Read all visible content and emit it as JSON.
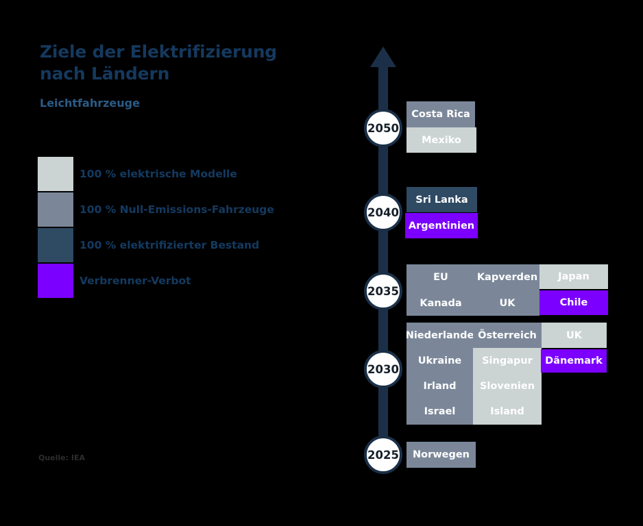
{
  "header": {
    "title": "Ziele der Elektrifizierung nach Ländern",
    "subtitle": "Leichtfahrzeuge"
  },
  "legend": {
    "items": [
      {
        "label": "100 % elektrische Modelle",
        "color": "#ccd3d3",
        "key": "electric-models"
      },
      {
        "label": "100 % Null-Emissions-Fahrzeuge",
        "color": "#7b8799",
        "key": "zero-emission"
      },
      {
        "label": "100 % elektrifizierter Bestand",
        "color": "#2f4a63",
        "key": "electrified-fleet"
      },
      {
        "label": "Verbrenner-Verbot",
        "color": "#7c00ff",
        "key": "ice-ban"
      }
    ]
  },
  "timeline": {
    "years": [
      "2050",
      "2040",
      "2035",
      "2030",
      "2025"
    ],
    "rows": [
      {
        "year": "2050",
        "chips": [
          {
            "label": "Costa Rica",
            "category": "zero-emission"
          },
          {
            "label": "Mexiko",
            "category": "electric-models"
          }
        ]
      },
      {
        "year": "2040",
        "chips": [
          {
            "label": "Sri Lanka",
            "category": "electrified-fleet"
          },
          {
            "label": "Argentinien",
            "category": "ice-ban"
          }
        ]
      },
      {
        "year": "2035",
        "chips": [
          {
            "label": "EU",
            "category": "zero-emission"
          },
          {
            "label": "Kapverden",
            "category": "zero-emission"
          },
          {
            "label": "Japan",
            "category": "electric-models"
          },
          {
            "label": "Kanada",
            "category": "zero-emission"
          },
          {
            "label": "UK",
            "category": "zero-emission"
          },
          {
            "label": "Chile",
            "category": "ice-ban"
          }
        ]
      },
      {
        "year": "2030",
        "chips": [
          {
            "label": "Niederlande",
            "category": "zero-emission"
          },
          {
            "label": "Österreich",
            "category": "zero-emission"
          },
          {
            "label": "UK",
            "category": "electric-models"
          },
          {
            "label": "Ukraine",
            "category": "zero-emission"
          },
          {
            "label": "Singapur",
            "category": "electric-models"
          },
          {
            "label": "Dänemark",
            "category": "ice-ban"
          },
          {
            "label": "Irland",
            "category": "zero-emission"
          },
          {
            "label": "Slovenien",
            "category": "electric-models"
          },
          {
            "label": "Israel",
            "category": "zero-emission"
          },
          {
            "label": "Island",
            "category": "electric-models"
          }
        ]
      },
      {
        "year": "2025",
        "chips": [
          {
            "label": "Norwegen",
            "category": "zero-emission"
          }
        ]
      }
    ]
  },
  "footer": {
    "source": "Quelle: IEA"
  },
  "colors": {
    "axis": "#1b3048",
    "title": "#15395e",
    "subtitle": "#2a5c86",
    "background": "#000000",
    "electric_models": "#ccd3d3",
    "zero_emission": "#7b8799",
    "electrified_fleet": "#2f4a63",
    "ice_ban": "#7c00ff"
  }
}
